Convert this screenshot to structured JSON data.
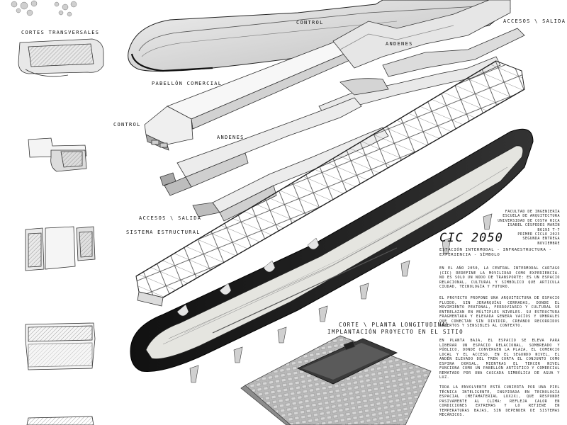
{
  "labels": {
    "cortes_transversales": "Cortes transversales",
    "control_top": "Control",
    "accesos_top": "Accesos \\ Salida",
    "andenes_top": "Andenes",
    "pabellon": "Pabellón comercial",
    "control_left": "Control",
    "andenes_mid": "Andenes",
    "accesos_bottom": "Accesos \\ Salida",
    "sistema": "Sistema estructural",
    "corte_planta": "Corte \\ Planta longitudinal",
    "implantacion": "Implantación proyecto en el sitio"
  },
  "university": [
    "Facultad de Ingeniería",
    "Escuela de Arquitectura",
    "Universidad de Costa Rica",
    "Isabel Céspedes Marín",
    "B6195 T-7",
    "Primer ciclo 2023",
    "Segunda entrega",
    "Noviembre"
  ],
  "project": {
    "title": "CIC 2050",
    "subtitle": "Estación Intermodal - Infraestructura - Experiencia - Símbolo"
  },
  "paragraphs": [
    "En el año 2050, la Central Intermodal Cartago (CIC) redefine la movilidad como experiencia. No es solo un nodo de transporte: es un espacio relacional, cultural y simbólico que articula ciudad, tecnología y futuro.",
    "El proyecto propone una arquitectura de espacio fluido, sin jerarquías cerradas, donde el movimiento peatonal, ferroviario y cultural se entrelazan en múltiples niveles. Su estructura fragmentada y elevada genera vacíos y umbrales que conectan sin dividir, creando recorridos abiertos y sensibles al contexto.",
    "En planta baja, el espacio se eleva para liberar un espacio relacional, sombreado y público, donde convergen la plaza, el comercio local y el acceso. En el segundo nivel, el andén elevado del tren corta el conjunto como espina dorsal, mientras el tercer nivel funciona como un pabellón artístico y comercial rematado por una cascada simbólica de agua y luz.",
    "Toda la envolvente está cubierta por una piel técnica inteligente, inspirada en tecnología espacial (metamaterial LUX2X), que responde pasivamente al clima: refleja calor en condiciones extremas y lo retiene en temperaturas bajas, sin depender de sistemas mecánicos."
  ]
}
